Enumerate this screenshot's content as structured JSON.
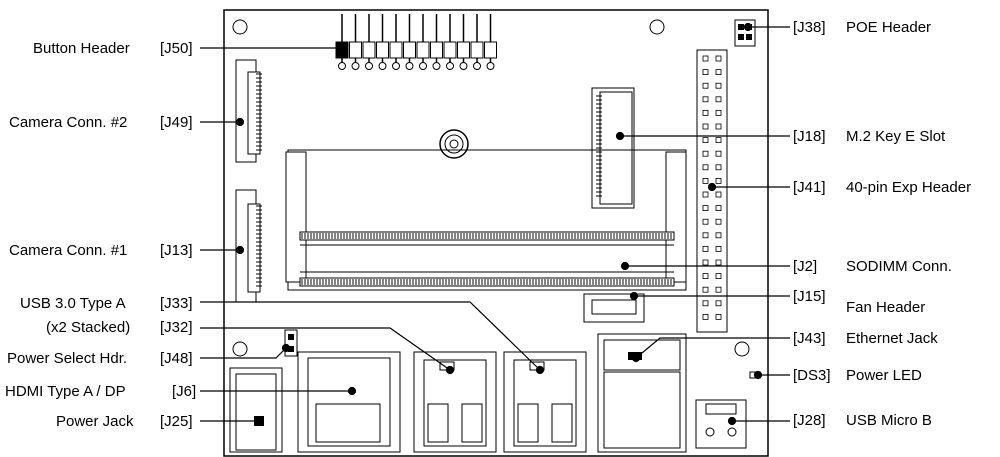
{
  "left_labels": [
    {
      "name": "Button Header",
      "ref": "[J50]"
    },
    {
      "name": "Camera Conn. #2",
      "ref": "[J49]"
    },
    {
      "name": "Camera Conn. #1",
      "ref": "[J13]"
    },
    {
      "name": "USB 3.0 Type A",
      "ref": "[J33]"
    },
    {
      "name": "(x2 Stacked)",
      "ref": "[J32]"
    },
    {
      "name": "Power Select Hdr.",
      "ref": "[J48]"
    },
    {
      "name": "HDMI Type A / DP",
      "ref": "[J6]"
    },
    {
      "name": "Power Jack",
      "ref": "[J25]"
    }
  ],
  "right_labels": [
    {
      "ref": "[J38]",
      "name": "POE Header"
    },
    {
      "ref": "[J18]",
      "name": "M.2 Key E Slot"
    },
    {
      "ref": "[J41]",
      "name": "40-pin Exp Header"
    },
    {
      "ref": "[J2]",
      "name": "SODIMM Conn."
    },
    {
      "ref": "[J15]",
      "name": "Fan Header"
    },
    {
      "ref": "[J43]",
      "name": "Ethernet Jack"
    },
    {
      "ref": "[DS3]",
      "name": "Power LED"
    },
    {
      "ref": "[J28]",
      "name": "USB Micro B"
    }
  ],
  "colors": {
    "line": "#000000",
    "board": "#ffffff",
    "component_fill": "#ffffff",
    "slot_hatch": "#333333"
  }
}
